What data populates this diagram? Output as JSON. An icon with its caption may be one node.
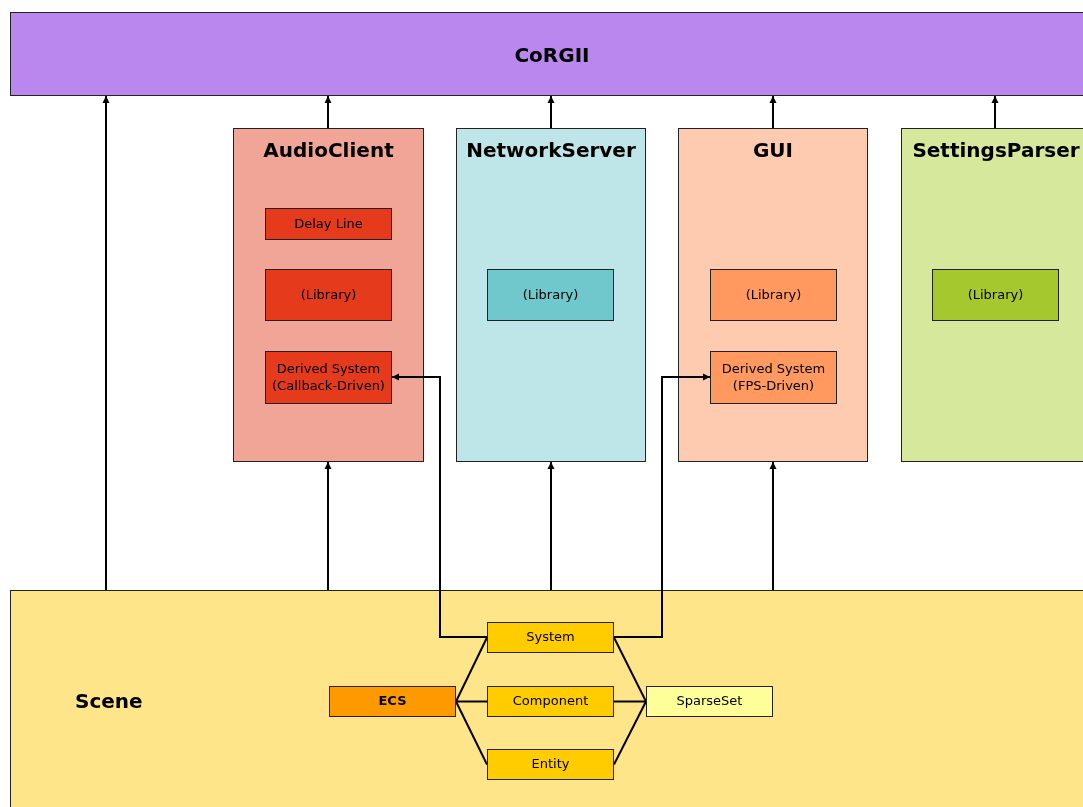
{
  "diagram": {
    "nodes": [
      {
        "text": [
          "CoRGII"
        ]
      },
      {
        "text": [
          "AudioClient"
        ]
      },
      {
        "text": [
          "Delay Line"
        ],
        "in": 1
      },
      {
        "text": [
          "(Library)"
        ],
        "in": 1
      },
      {
        "text": [
          "Derived System (Callback-Driven)"
        ],
        "in": 1
      },
      {
        "text": [
          "NetworkServer"
        ]
      },
      {
        "text": [
          "(Library)"
        ],
        "in": 5
      },
      {
        "text": [
          "GUI"
        ]
      },
      {
        "text": [
          "(Library)"
        ],
        "in": 7
      },
      {
        "text": [
          "Derived System (FPS-Driven)"
        ],
        "in": 7
      },
      {
        "text": [
          "SettingsParser"
        ]
      },
      {
        "text": [
          "(Library)"
        ],
        "in": 10
      },
      {
        "text": [
          "Scene"
        ]
      },
      {
        "text": [
          "ECS"
        ],
        "in": 12
      },
      {
        "text": [
          "System"
        ],
        "in": 12
      },
      {
        "text": [
          "Component"
        ],
        "in": 12
      },
      {
        "text": [
          "Entity"
        ],
        "in": 12
      },
      {
        "text": [
          "SparseSet"
        ],
        "in": 12
      }
    ],
    "edges": [
      {
        "from": 12,
        "to": 0,
        "arrow": "to"
      },
      {
        "from": 1,
        "to": 0,
        "arrow": "to"
      },
      {
        "from": 5,
        "to": 0,
        "arrow": "to"
      },
      {
        "from": 7,
        "to": 0,
        "arrow": "to"
      },
      {
        "from": 10,
        "to": 0,
        "arrow": "to"
      },
      {
        "from": 12,
        "to": 1,
        "arrow": "to"
      },
      {
        "from": 12,
        "to": 5,
        "arrow": "to"
      },
      {
        "from": 12,
        "to": 7,
        "arrow": "to"
      },
      {
        "from": 14,
        "to": 4,
        "arrow": "to"
      },
      {
        "from": 14,
        "to": 9,
        "arrow": "to"
      },
      {
        "from": 13,
        "to": 14,
        "arrow": "none"
      },
      {
        "from": 13,
        "to": 15,
        "arrow": "none"
      },
      {
        "from": 13,
        "to": 16,
        "arrow": "none"
      },
      {
        "from": 14,
        "to": 17,
        "arrow": "none"
      },
      {
        "from": 15,
        "to": 17,
        "arrow": "none"
      },
      {
        "from": 16,
        "to": 17,
        "arrow": "none"
      }
    ]
  }
}
